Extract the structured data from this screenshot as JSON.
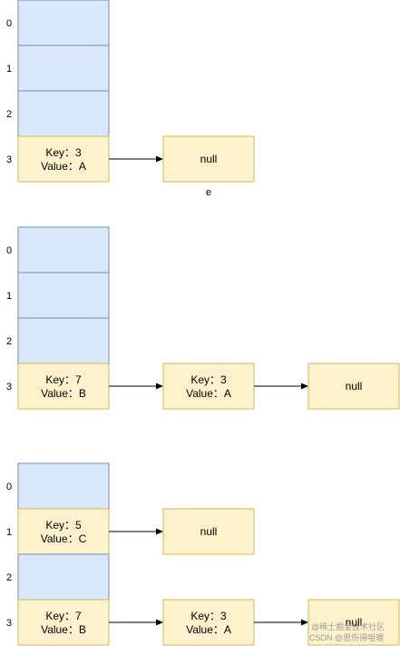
{
  "diagrams": [
    {
      "id": "d1",
      "buckets": [
        {
          "index": "0",
          "key": null,
          "value": null
        },
        {
          "index": "1",
          "key": null,
          "value": null
        },
        {
          "index": "2",
          "key": null,
          "value": null
        },
        {
          "index": "3",
          "key": "Key：3",
          "value": "Value：A"
        }
      ],
      "chains": [
        {
          "from_bucket": 3,
          "nodes": [
            {
              "type": "null",
              "label": "null"
            }
          ]
        }
      ],
      "caption": "e"
    },
    {
      "id": "d2",
      "buckets": [
        {
          "index": "0",
          "key": null,
          "value": null
        },
        {
          "index": "1",
          "key": null,
          "value": null
        },
        {
          "index": "2",
          "key": null,
          "value": null
        },
        {
          "index": "3",
          "key": "Key：7",
          "value": "Value：B"
        }
      ],
      "chains": [
        {
          "from_bucket": 3,
          "nodes": [
            {
              "type": "entry",
              "key": "Key：3",
              "value": "Value：A"
            },
            {
              "type": "null",
              "label": "null"
            }
          ]
        }
      ]
    },
    {
      "id": "d3",
      "buckets": [
        {
          "index": "0",
          "key": null,
          "value": null
        },
        {
          "index": "1",
          "key": "Key：5",
          "value": "Value：C"
        },
        {
          "index": "2",
          "key": null,
          "value": null
        },
        {
          "index": "3",
          "key": "Key：7",
          "value": "Value：B"
        }
      ],
      "chains": [
        {
          "from_bucket": 1,
          "nodes": [
            {
              "type": "null",
              "label": "null"
            }
          ]
        },
        {
          "from_bucket": 3,
          "nodes": [
            {
              "type": "entry",
              "key": "Key：3",
              "value": "Value：A"
            },
            {
              "type": "null",
              "label": "null"
            }
          ]
        }
      ]
    }
  ],
  "watermark": {
    "line1": "@稀土掘金技术社区",
    "line2": "CSDN @思伤得咀嚼"
  },
  "colors": {
    "bucket_fill": "#dae8fc",
    "bucket_stroke": "#6c8ebf",
    "entry_fill": "#fff2cc",
    "entry_stroke": "#d6b656"
  }
}
